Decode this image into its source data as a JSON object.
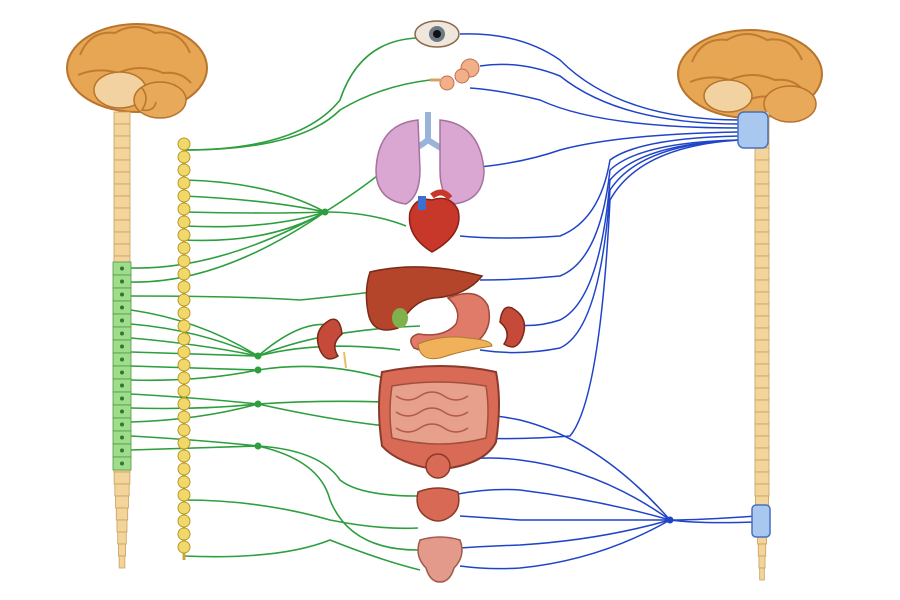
{
  "diagram": {
    "panels": [
      "sympathetic-division",
      "parasympathetic-division"
    ],
    "nerve_colors": {
      "sympathetic": "#2e9e3e",
      "parasympathetic": "#1f44c8"
    },
    "tissue_colors": {
      "brain": "#e7a653",
      "spinal_cord": "#f3d49a",
      "sympathetic_segments": "#9fdc8c",
      "parasympathetic_nuclei": "#a9c8f0",
      "ganglion_chain": "#f0d86a",
      "lungs": "#d9a7d2",
      "heart": "#c8382a",
      "liver": "#b5452a",
      "stomach": "#e07b6a",
      "kidney": "#c54a3a",
      "intestine": "#d96a55",
      "bladder": "#d86a55",
      "uterus": "#e39a8a",
      "eye": "#e8e0d8",
      "salivary_gland": "#f1b08a"
    },
    "organs": [
      "eye",
      "salivary-glands",
      "lungs",
      "heart",
      "liver",
      "stomach",
      "pancreas",
      "kidney-left",
      "kidney-right",
      "large-intestine",
      "small-intestine",
      "bladder",
      "reproductive-organs"
    ]
  }
}
